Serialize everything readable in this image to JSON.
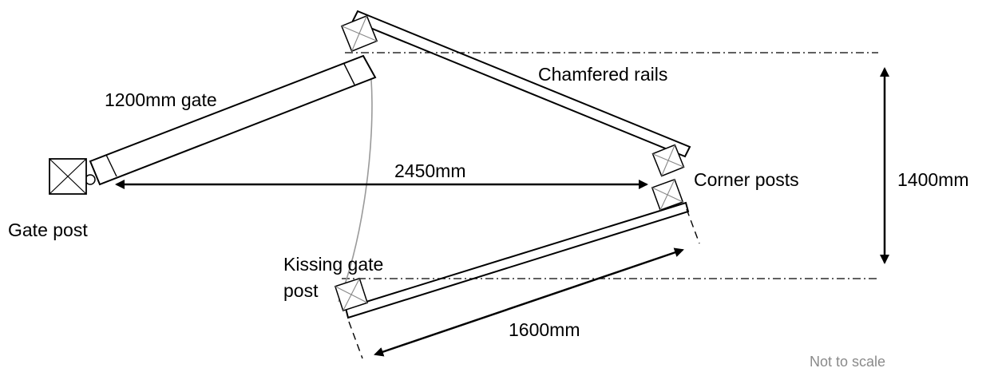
{
  "labels": {
    "gate": "1200mm gate",
    "rails": "Chamfered rails",
    "corner_posts": "Corner posts",
    "gate_post": "Gate post",
    "kissing_gate_post_line1": "Kissing gate",
    "kissing_gate_post_line2": "post",
    "span": "2450mm",
    "depth": "1400mm",
    "rail_length": "1600mm",
    "note": "Not to scale"
  }
}
